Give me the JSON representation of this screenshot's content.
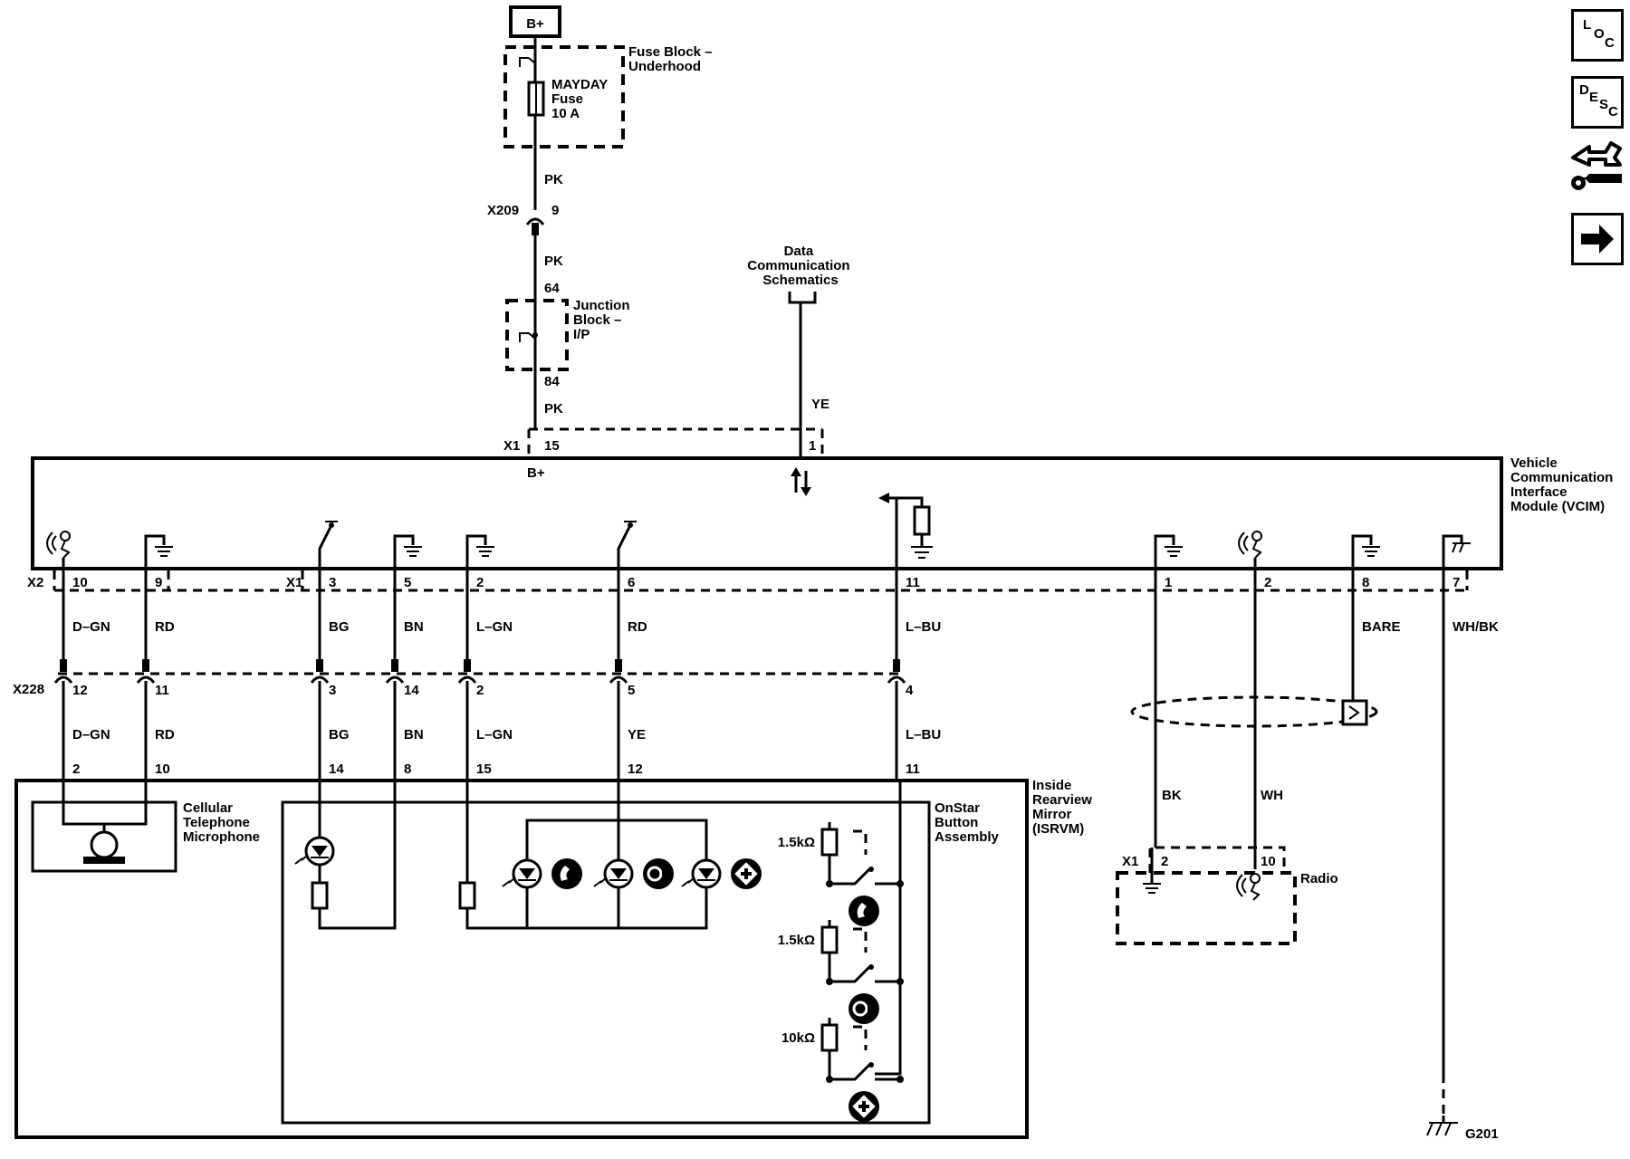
{
  "sidebar": {
    "loc": {
      "l1": "L",
      "l2": "O",
      "l3": "C"
    },
    "desc": {
      "l1": "D",
      "l2": "E",
      "l3": "S",
      "l4": "C"
    }
  },
  "top": {
    "b_plus": "B+",
    "fuse_block": [
      "Fuse Block –",
      "Underhood"
    ],
    "fuse": [
      "MAYDAY",
      "Fuse",
      "10 A"
    ],
    "x209": "X209",
    "x209_pin": "9",
    "pk_1": "PK",
    "pk_2": "PK",
    "pin_64": "64",
    "junction_block": [
      "Junction",
      "Block –",
      "I/P"
    ],
    "pin_84": "84",
    "pk_3": "PK",
    "data_comm": [
      "Data",
      "Communication",
      "Schematics"
    ],
    "ye_top": "YE"
  },
  "vcim": {
    "name": [
      "Vehicle",
      "Communication",
      "Interface",
      "Module (VCIM)"
    ],
    "x1_top": "X1",
    "pin_15": "15",
    "pin_1_top": "1",
    "b_plus_label": "B+",
    "x2": "X2",
    "x1_bottom": "X1",
    "bottom_pins": [
      {
        "pin": "10",
        "color": "D–GN",
        "x228_pin": "12",
        "color2": "D–GN",
        "dest_pin": "2"
      },
      {
        "pin": "9",
        "color": "RD",
        "x228_pin": "11",
        "color2": "RD",
        "dest_pin": "10"
      },
      {
        "pin": "3",
        "color": "BG",
        "x228_pin": "3",
        "color2": "BG",
        "dest_pin": "14"
      },
      {
        "pin": "5",
        "color": "BN",
        "x228_pin": "14",
        "color2": "BN",
        "dest_pin": "8"
      },
      {
        "pin": "2",
        "color": "L–GN",
        "x228_pin": "2",
        "color2": "L–GN",
        "dest_pin": "15"
      },
      {
        "pin": "6",
        "color": "RD",
        "x228_pin": "5",
        "color2": "YE",
        "dest_pin": "12"
      },
      {
        "pin": "11",
        "color": "L–BU",
        "x228_pin": "4",
        "color2": "L–BU",
        "dest_pin": "11"
      }
    ],
    "right_pins": [
      {
        "pin": "1"
      },
      {
        "pin": "2"
      },
      {
        "pin": "8",
        "color": "BARE"
      },
      {
        "pin": "7",
        "color": "WH/BK"
      }
    ]
  },
  "x228": "X228",
  "isrvm": [
    "Inside",
    "Rearview",
    "Mirror",
    "(ISRVM)"
  ],
  "microphone": [
    "Cellular",
    "Telephone",
    "Microphone"
  ],
  "onstar": [
    "OnStar",
    "Button",
    "Assembly"
  ],
  "resistors": [
    "1.5kΩ",
    "1.5kΩ",
    "10kΩ"
  ],
  "radio": {
    "name": "Radio",
    "bk": "BK",
    "wh": "WH",
    "x1": "X1",
    "pin_2": "2",
    "pin_10": "10"
  },
  "ground": "G201"
}
